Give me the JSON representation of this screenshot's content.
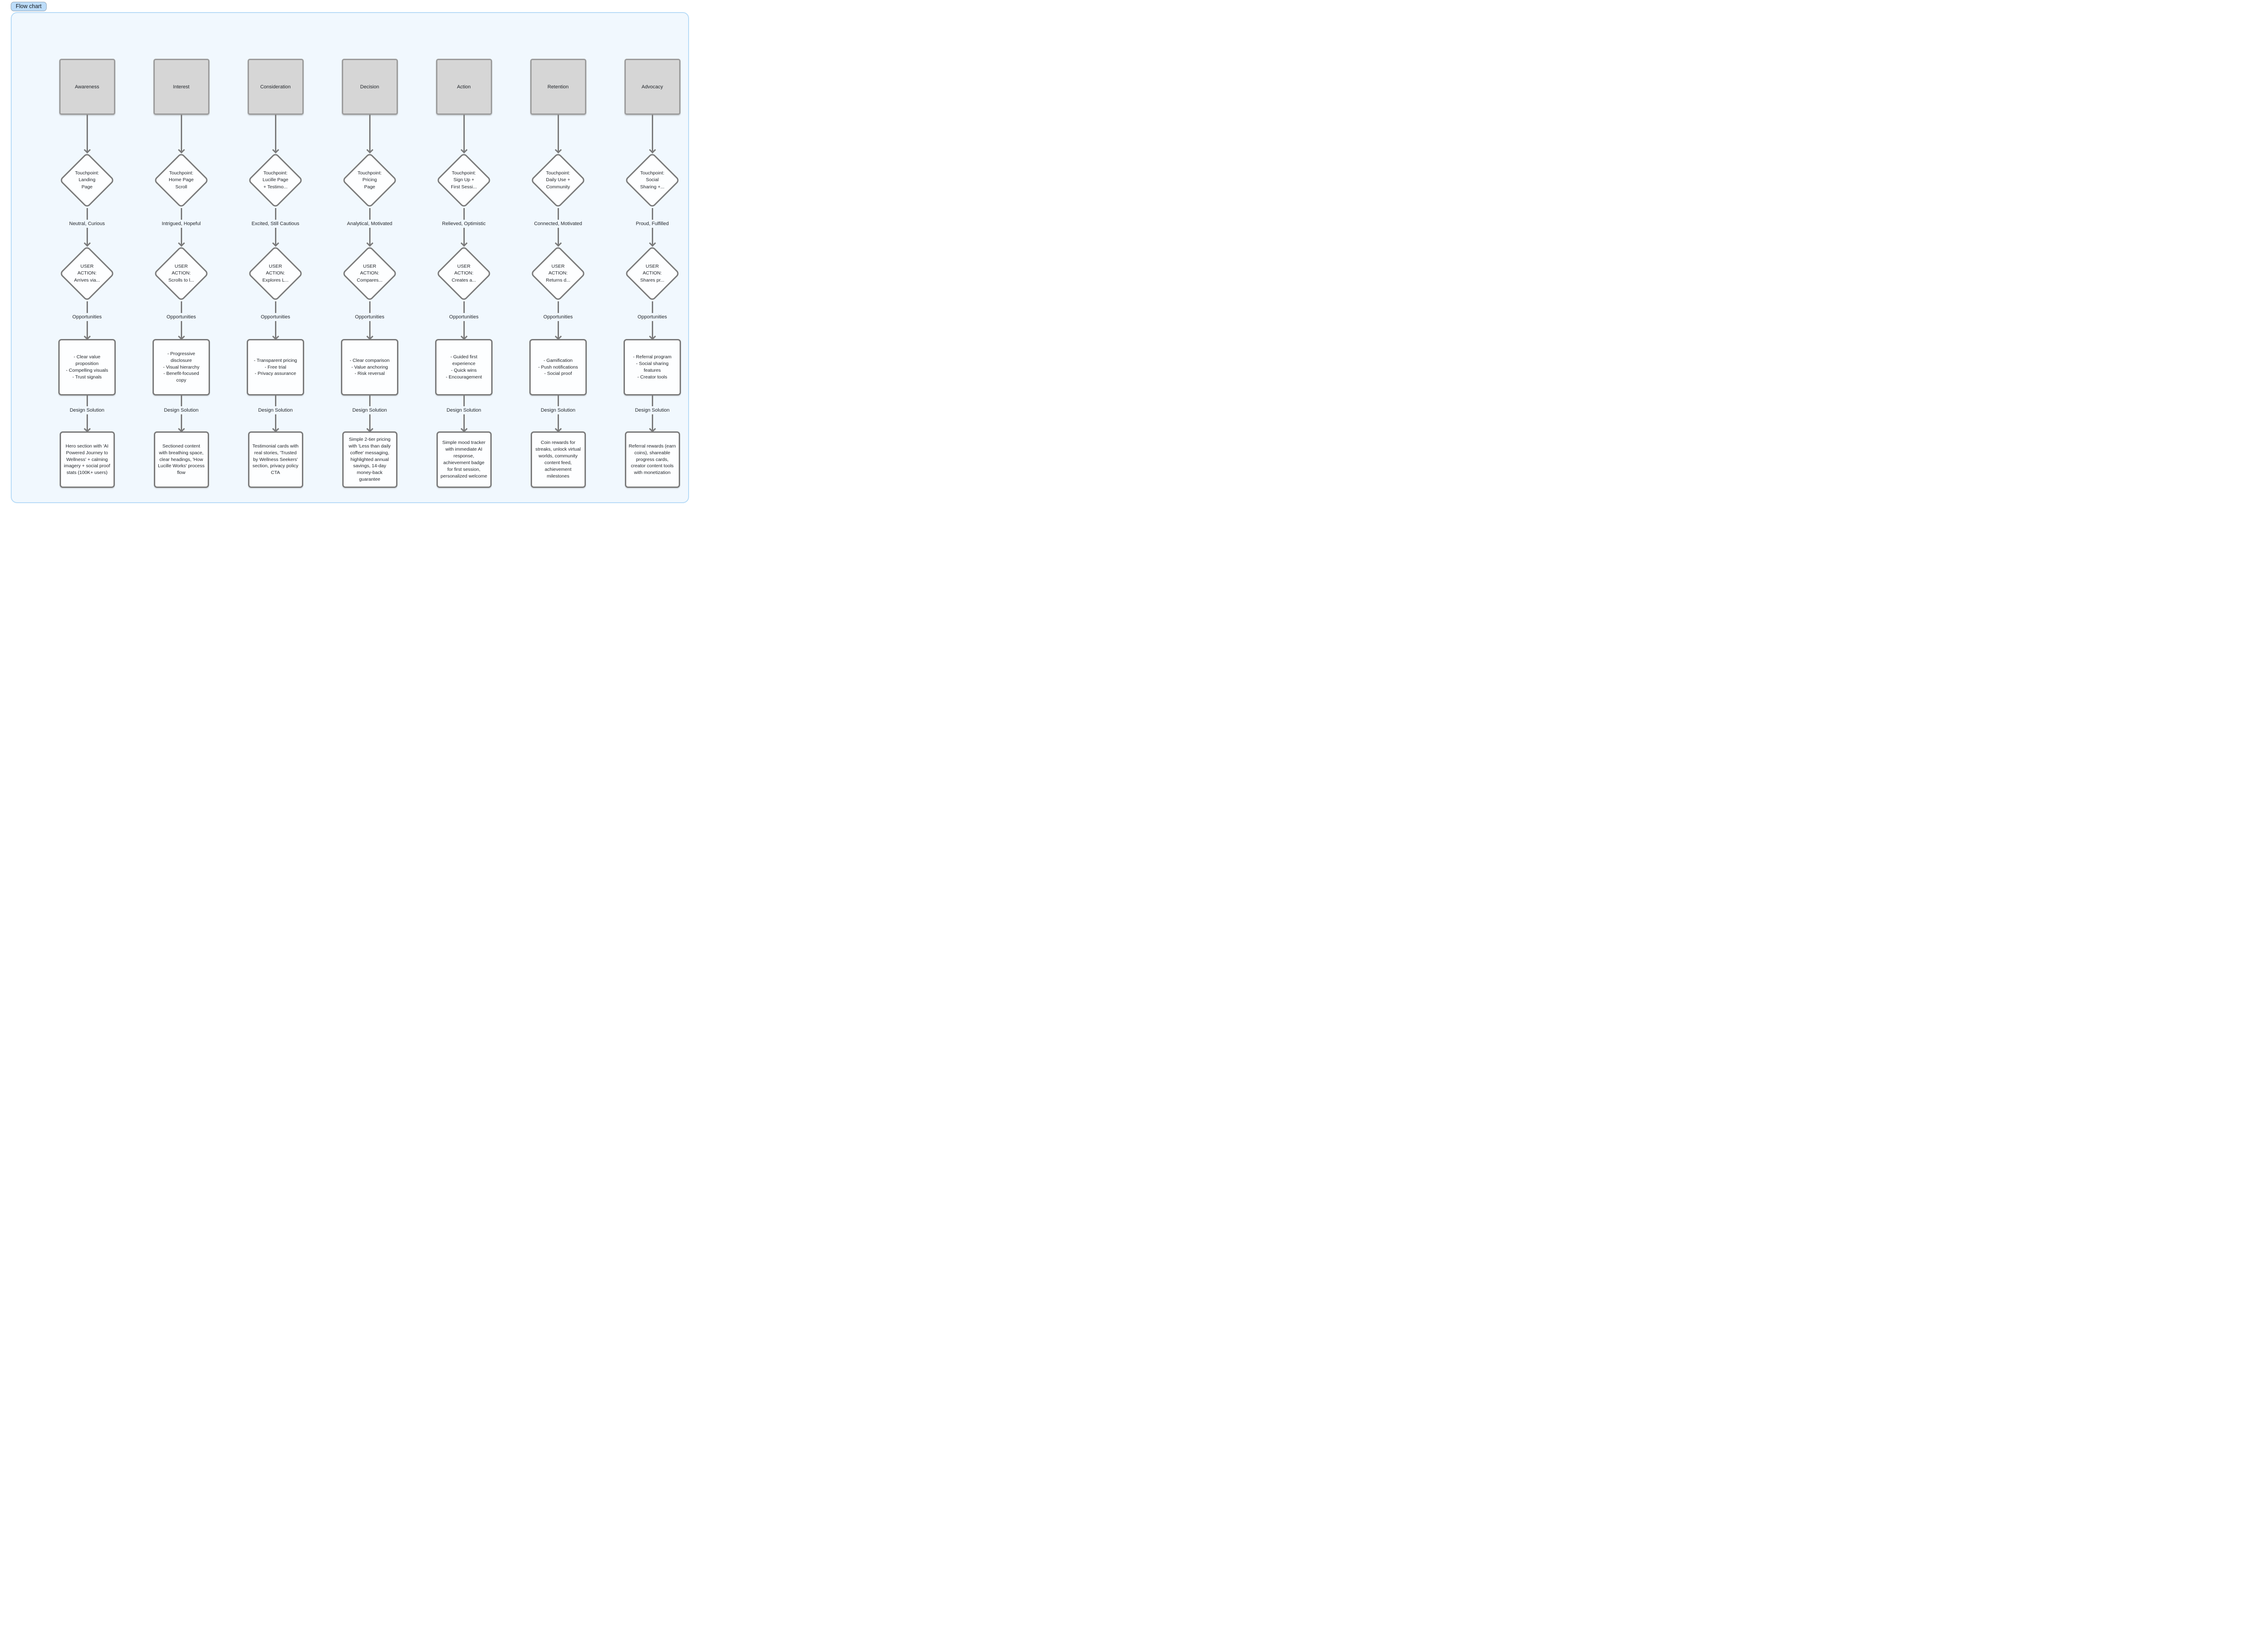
{
  "badge": {
    "label": "Flow chart"
  },
  "labels": {
    "opportunities": "Opportunities",
    "design_solution": "Design Solution"
  },
  "colors": {
    "panel_bg": "#f1f8fe",
    "panel_border": "#b7dbf7",
    "badge_bg": "#bcdcf9",
    "node_border": "#7a7a7a",
    "stage_fill": "#d6d6d6",
    "stage_border": "#9c9c9c",
    "arrow": "#7a7a7a"
  },
  "columns": [
    {
      "stage": "Awareness",
      "touchpoint": "Touchpoint:\nLanding\nPage",
      "emotion": "Neutral, Curious",
      "user_action": "USER\nACTION:\nArrives via...",
      "opportunities": "- Clear value\nproposition\n- Compelling visuals\n- Trust signals",
      "design_solution": "Hero section with 'AI\nPowered Journey to\nWellness' + calming\nimagery + social proof\nstats (100K+ users)"
    },
    {
      "stage": "Interest",
      "touchpoint": "Touchpoint:\nHome Page\nScroll",
      "emotion": "Intrigued, Hopeful",
      "user_action": "USER\nACTION:\nScrolls to l...",
      "opportunities": "- Progressive\ndisclosure\n- Visual hierarchy\n- Benefit-focused\ncopy",
      "design_solution": "Sectioned content\nwith breathing space,\nclear headings, 'How\nLucille Works' process\nflow"
    },
    {
      "stage": "Consideration",
      "touchpoint": "Touchpoint:\nLucille Page\n+ Testimo...",
      "emotion": "Excited, Still Cautious",
      "user_action": "USER\nACTION:\nExplores L...",
      "opportunities": "- Transparent pricing\n- Free trial\n- Privacy assurance",
      "design_solution": "Testimonial cards with\nreal stories, 'Trusted\nby Wellness Seekers'\nsection, privacy policy\nCTA"
    },
    {
      "stage": "Decision",
      "touchpoint": "Touchpoint:\nPricing\nPage",
      "emotion": "Analytical, Motivated",
      "user_action": "USER\nACTION:\nCompares...",
      "opportunities": "- Clear comparison\n- Value anchoring\n- Risk reversal",
      "design_solution": "Simple 2-tier pricing\nwith 'Less than daily\ncoffee' messaging,\nhighlighted annual\nsavings, 14-day\nmoney-back\nguarantee"
    },
    {
      "stage": "Action",
      "touchpoint": "Touchpoint:\nSign Up +\nFirst Sessi...",
      "emotion": "Relieved, Optimistic",
      "user_action": "USER\nACTION:\nCreates a...",
      "opportunities": "- Guided first\nexperience\n- Quick wins\n- Encouragement",
      "design_solution": "Simple mood tracker\nwith immediate AI\nresponse,\nachievement badge\nfor first session,\npersonalized welcome"
    },
    {
      "stage": "Retention",
      "touchpoint": "Touchpoint:\nDaily Use +\nCommunity",
      "emotion": "Connected, Motivated",
      "user_action": "USER\nACTION:\nReturns d...",
      "opportunities": "- Gamification\n- Push notifications\n- Social proof",
      "design_solution": "Coin rewards for\nstreaks, unlock virtual\nworlds, community\ncontent feed,\nachievement\nmilestones"
    },
    {
      "stage": "Advocacy",
      "touchpoint": "Touchpoint:\nSocial\nSharing +...",
      "emotion": "Proud, Fulfilled",
      "user_action": "USER\nACTION:\nShares pr...",
      "opportunities": "- Referral program\n- Social sharing\nfeatures\n- Creator tools",
      "design_solution": "Referral rewards (earn\ncoins), shareable\nprogress cards,\ncreator content tools\nwith monetization"
    }
  ]
}
